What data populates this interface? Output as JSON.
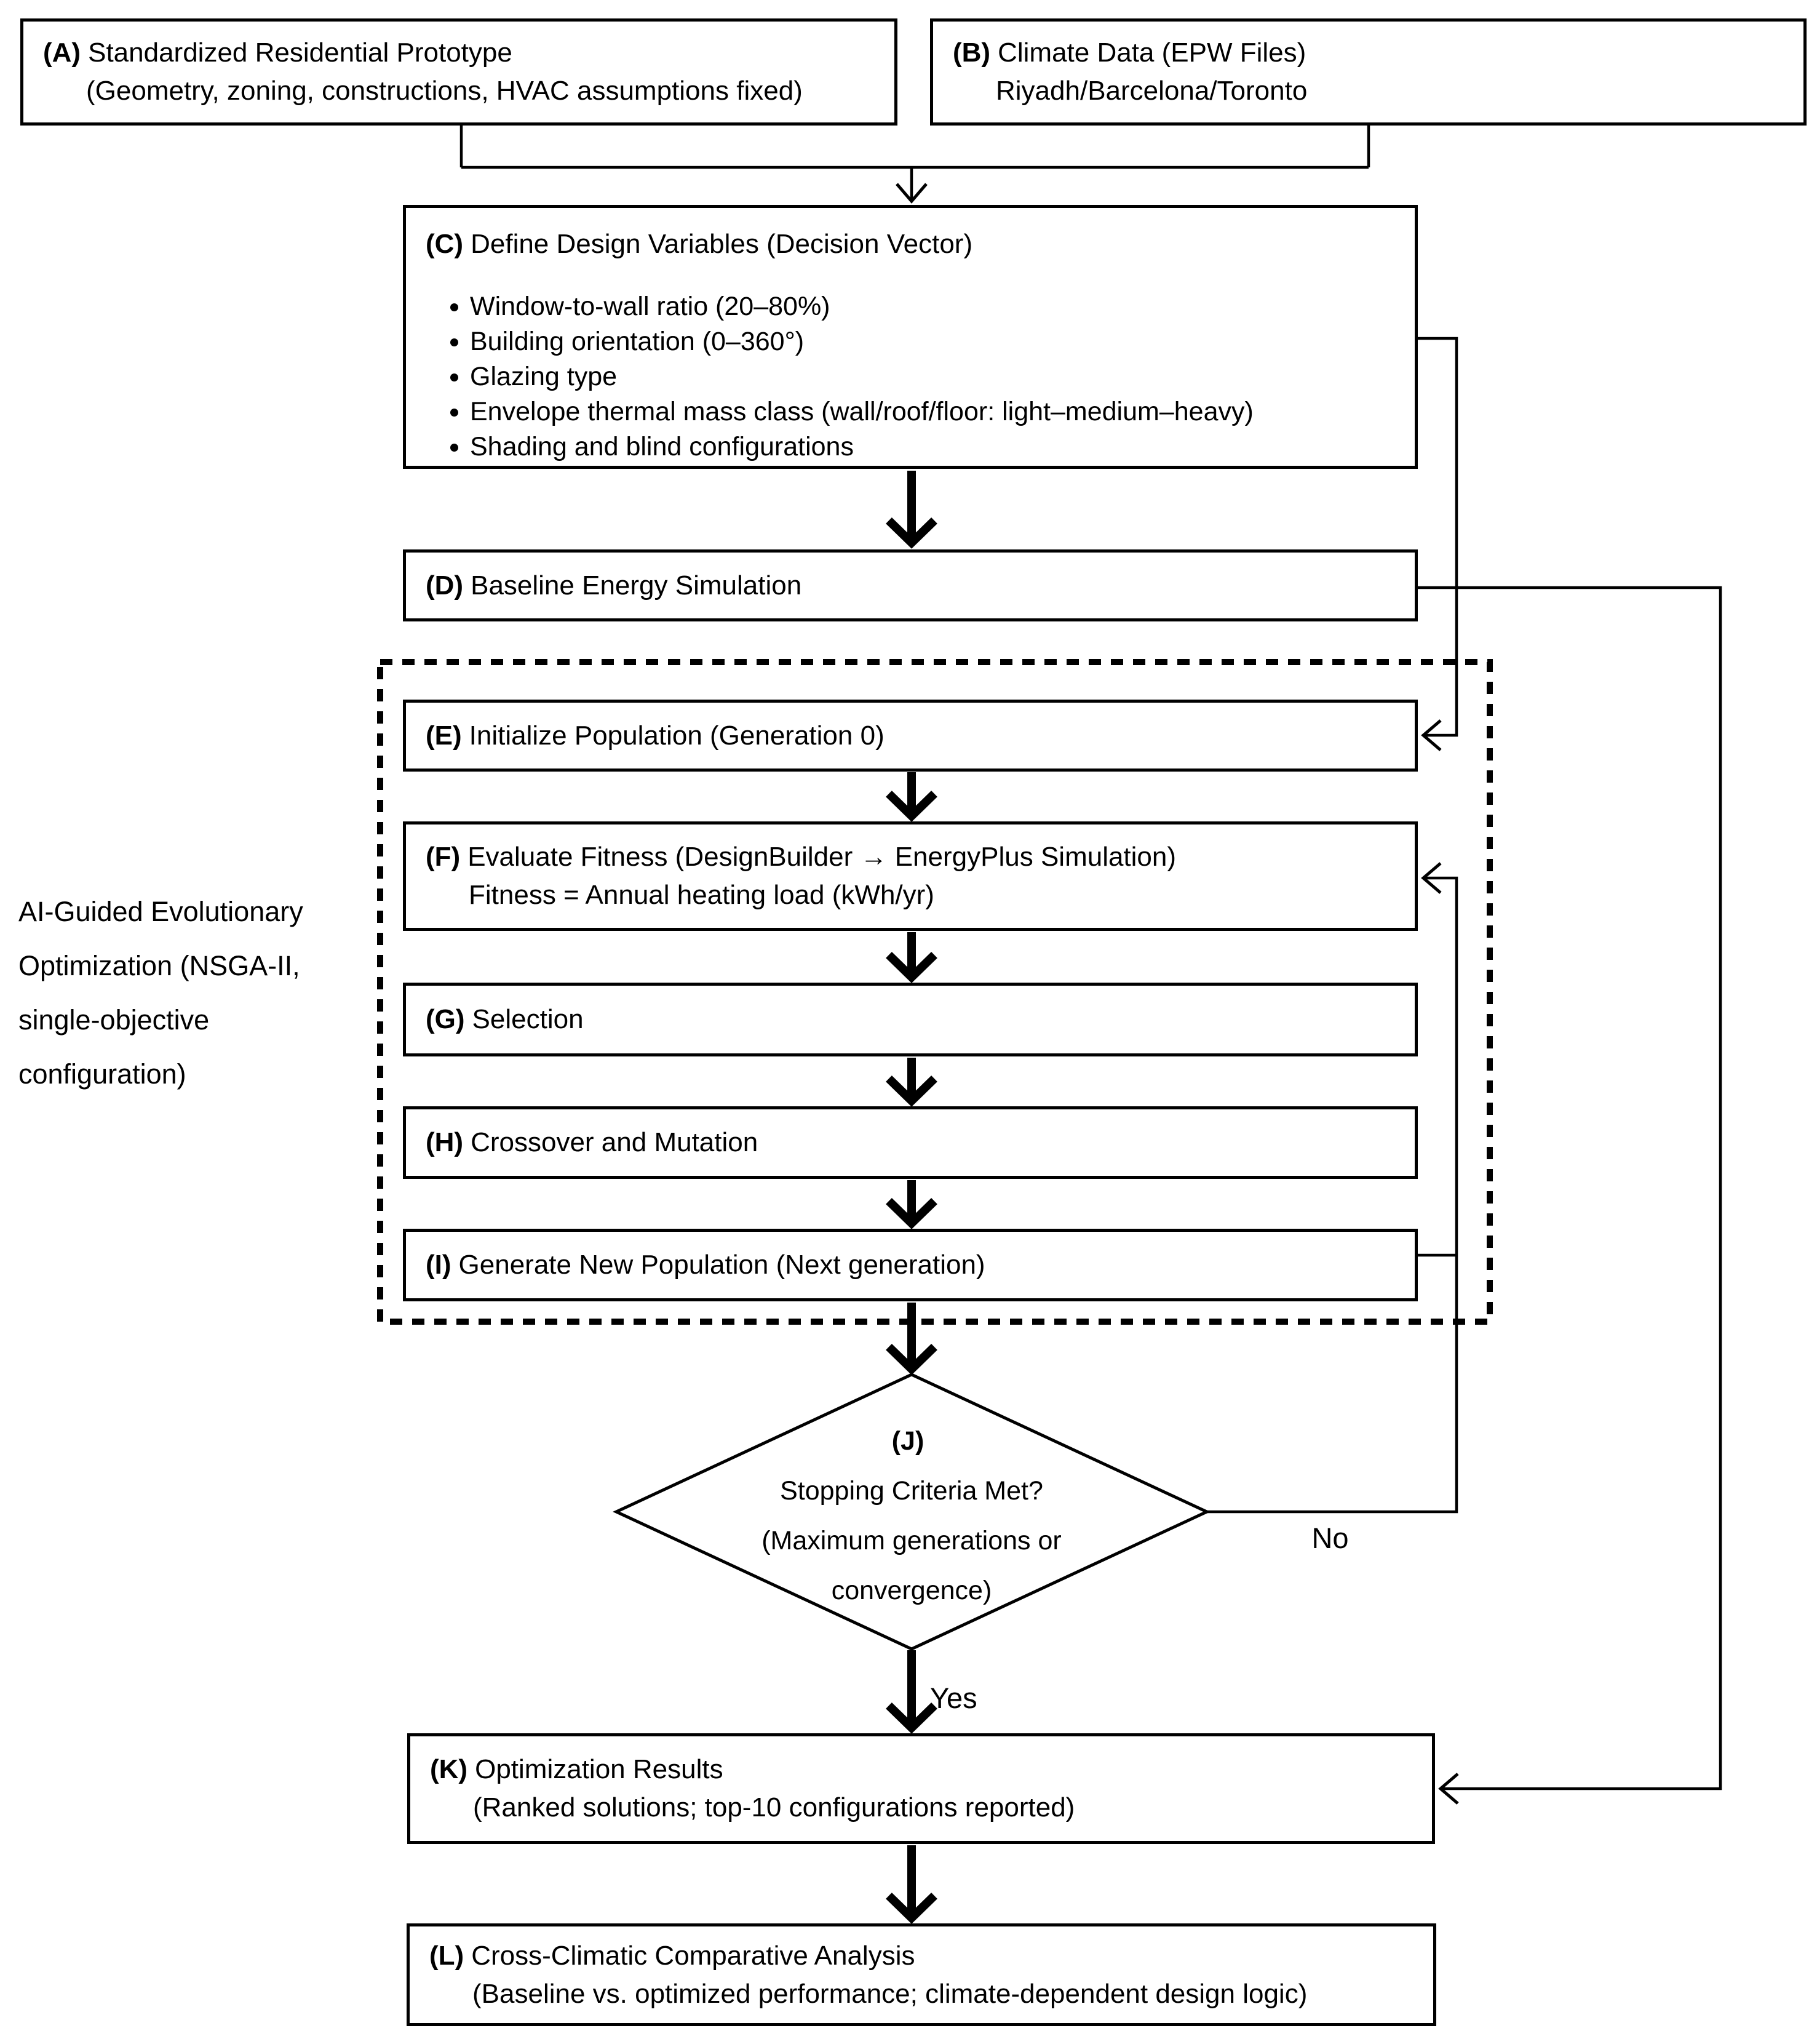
{
  "colors": {
    "ink": "#000000",
    "paper": "#ffffff"
  },
  "fc": {
    "group_label": "AI-Guided Evolutionary\nOptimization (NSGA-II,\nsingle-objective\nconfiguration)",
    "boxes": {
      "a": {
        "tag": "(A)",
        "title": "Standardized Residential Prototype",
        "subtitle": "(Geometry, zoning, constructions, HVAC assumptions fixed)"
      },
      "b": {
        "tag": "(B)",
        "title": "Climate Data (EPW Files)",
        "subtitle": "Riyadh/Barcelona/Toronto"
      },
      "c": {
        "tag": "(C)",
        "title": "Define Design Variables (Decision Vector)",
        "bullets": [
          "Window-to-wall ratio (20–80%)",
          "Building orientation (0–360°)",
          "Glazing type",
          "Envelope thermal mass class (wall/roof/floor: light–medium–heavy)",
          "Shading and blind configurations"
        ]
      },
      "d": {
        "tag": "(D)",
        "title": "Baseline Energy Simulation"
      },
      "e": {
        "tag": "(E)",
        "title": "Initialize Population (Generation 0)"
      },
      "f": {
        "tag": "(F)",
        "title": "Evaluate Fitness (DesignBuilder → EnergyPlus Simulation)",
        "subtitle": "Fitness = Annual heating load (kWh/yr)"
      },
      "g": {
        "tag": "(G)",
        "title": "Selection"
      },
      "h": {
        "tag": "(H)",
        "title": "Crossover and Mutation"
      },
      "i": {
        "tag": "(I)",
        "title": "Generate New Population (Next generation)"
      },
      "j": {
        "tag": "(J)",
        "line1": "Stopping Criteria Met?",
        "line2": "(Maximum generations or",
        "line3": "convergence)"
      },
      "k": {
        "tag": "(K)",
        "title": "Optimization Results",
        "subtitle": "(Ranked solutions; top-10 configurations reported)"
      },
      "l": {
        "tag": "(L)",
        "title": "Cross-Climatic Comparative Analysis",
        "subtitle": "(Baseline vs. optimized performance; climate-dependent design logic)"
      }
    },
    "edge_labels": {
      "no": "No",
      "yes": "Yes"
    }
  }
}
